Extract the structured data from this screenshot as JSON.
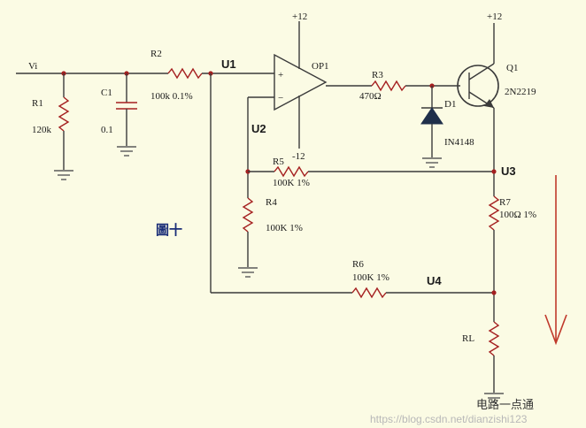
{
  "labels": {
    "vi": "Vi",
    "r1": "R1",
    "r1_val": "120k",
    "c1": "C1",
    "c1_val": "0.1",
    "r2": "R2",
    "r2_val": "100k 0.1%",
    "v1": "U1",
    "v2": "U2",
    "v3": "U3",
    "v4": "U4",
    "op1": "OP1",
    "plus12_op": "+12",
    "minus12_op": "-12",
    "plus": "+",
    "minus": "−",
    "r3": "R3",
    "r3_val": "470Ω",
    "d1": "D1",
    "d1_val": "IN4148",
    "q1": "Q1",
    "q1_val": "2N2219",
    "plus12_q": "+12",
    "r5": "R5",
    "r5_val": "100K 1%",
    "r4": "R4",
    "r4_val": "100K 1%",
    "r7": "R7",
    "r7_val": "100Ω 1%",
    "r6": "R6",
    "r6_val": "100K 1%",
    "rl": "RL",
    "figure": "圖十"
  },
  "watermark": {
    "url": "https://blog.csdn.net/dianzishi123",
    "brand": "电路一点通"
  },
  "colors": {
    "background": "#fbfbe4",
    "wire": "#3a3a3a",
    "component": "#a52020",
    "arrow": "#c0392b",
    "figure_label": "#1b2e78"
  }
}
